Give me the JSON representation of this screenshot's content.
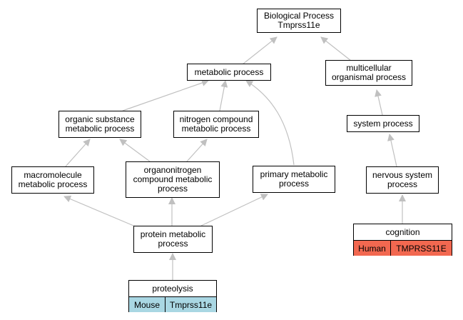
{
  "colors": {
    "edge": "#c0c0c0",
    "human_cell": "#f26850",
    "mouse_cell": "#a9d7e3",
    "node_border": "#000000"
  },
  "nodes": {
    "root": "Biological Process\nTmprss11e",
    "metabolic": "metabolic process",
    "multicellular": "multicellular\norganismal process",
    "organic_substance": "organic substance\nmetabolic process",
    "nitrogen_compound": "nitrogen compound\nmetabolic process",
    "system_process": "system process",
    "macromolecule": "macromolecule\nmetabolic process",
    "organonitrogen": "organonitrogen\ncompound metabolic\nprocess",
    "primary_metabolic": "primary metabolic\nprocess",
    "nervous_system": "nervous system\nprocess",
    "protein_metabolic": "protein metabolic\nprocess"
  },
  "annotated": {
    "cognition": {
      "title": "cognition",
      "species": "Human",
      "gene": "TMPRSS11E"
    },
    "proteolysis": {
      "title": "proteolysis",
      "species": "Mouse",
      "gene": "Tmprss11e"
    }
  }
}
